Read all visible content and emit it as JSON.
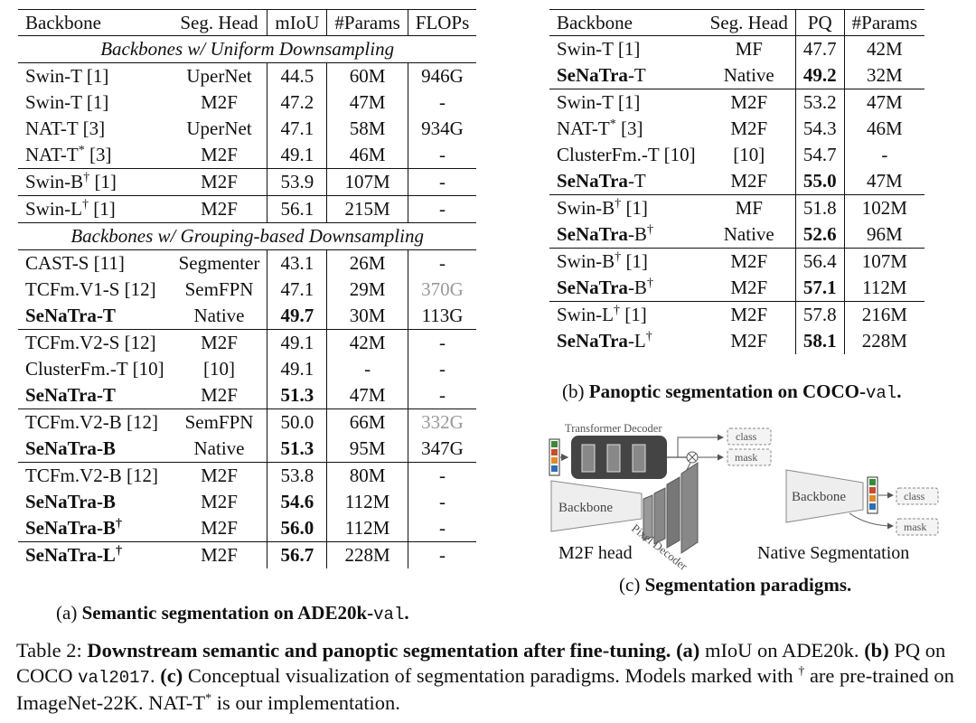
{
  "table_a": {
    "headers": [
      "Backbone",
      "Seg. Head",
      "mIoU",
      "#Params",
      "FLOPs"
    ],
    "section1": "Backbones w/ Uniform Downsampling",
    "section2": "Backbones w/ Grouping-based Downsampling",
    "groups_uniform": [
      [
        {
          "backbone": "Swin-T [1]",
          "head": "UperNet",
          "miou": "44.5",
          "params": "60M",
          "flops": "946G"
        },
        {
          "backbone": "Swin-T [1]",
          "head": "M2F",
          "miou": "47.2",
          "params": "47M",
          "flops": "-"
        },
        {
          "backbone": "NAT-T [3]",
          "head": "UperNet",
          "miou": "47.1",
          "params": "58M",
          "flops": "934G"
        },
        {
          "backbone": "NAT-T* [3]",
          "head": "M2F",
          "miou": "49.1",
          "params": "46M",
          "flops": "-"
        }
      ],
      [
        {
          "backbone": "Swin-B† [1]",
          "head": "M2F",
          "miou": "53.9",
          "params": "107M",
          "flops": "-"
        }
      ],
      [
        {
          "backbone": "Swin-L† [1]",
          "head": "M2F",
          "miou": "56.1",
          "params": "215M",
          "flops": "-"
        }
      ]
    ],
    "groups_grouping": [
      [
        {
          "backbone": "CAST-S [11]",
          "head": "Segmenter",
          "miou": "43.1",
          "params": "26M",
          "flops": "-"
        },
        {
          "backbone": "TCFm.V1-S [12]",
          "head": "SemFPN",
          "miou": "47.1",
          "params": "29M",
          "flops": "370G"
        },
        {
          "backbone": "SeNaTra-T",
          "head": "Native",
          "miou": "49.7",
          "params": "30M",
          "flops": "113G"
        }
      ],
      [
        {
          "backbone": "TCFm.V2-S [12]",
          "head": "M2F",
          "miou": "49.1",
          "params": "42M",
          "flops": "-"
        },
        {
          "backbone": "ClusterFm.-T [10]",
          "head": "[10]",
          "miou": "49.1",
          "params": "-",
          "flops": "-"
        },
        {
          "backbone": "SeNaTra-T",
          "head": "M2F",
          "miou": "51.3",
          "params": "47M",
          "flops": "-"
        }
      ],
      [
        {
          "backbone": "TCFm.V2-B [12]",
          "head": "SemFPN",
          "miou": "50.0",
          "params": "66M",
          "flops": "332G"
        },
        {
          "backbone": "SeNaTra-B",
          "head": "Native",
          "miou": "51.3",
          "params": "95M",
          "flops": "347G"
        }
      ],
      [
        {
          "backbone": "TCFm.V2-B [12]",
          "head": "M2F",
          "miou": "53.8",
          "params": "80M",
          "flops": "-"
        },
        {
          "backbone": "SeNaTra-B",
          "head": "M2F",
          "miou": "54.6",
          "params": "112M",
          "flops": "-"
        },
        {
          "backbone": "SeNaTra-B†",
          "head": "M2F",
          "miou": "56.0",
          "params": "112M",
          "flops": "-"
        }
      ],
      [
        {
          "backbone": "SeNaTra-L†",
          "head": "M2F",
          "miou": "56.7",
          "params": "228M",
          "flops": "-"
        }
      ]
    ],
    "caption_label": "(a)",
    "caption_bold": "Semantic segmentation on ADE20k-",
    "caption_mono": "val",
    "caption_end": "."
  },
  "table_b": {
    "headers": [
      "Backbone",
      "Seg. Head",
      "PQ",
      "#Params"
    ],
    "groups": [
      [
        {
          "backbone": "Swin-T [1]",
          "head": "MF",
          "pq": "47.7",
          "params": "42M"
        },
        {
          "backbone": "SeNaTra-T",
          "head": "Native",
          "pq": "49.2",
          "params": "32M"
        }
      ],
      [
        {
          "backbone": "Swin-T [1]",
          "head": "M2F",
          "pq": "53.2",
          "params": "47M"
        },
        {
          "backbone": "NAT-T* [3]",
          "head": "M2F",
          "pq": "54.3",
          "params": "46M"
        },
        {
          "backbone": "ClusterFm.-T [10]",
          "head": "[10]",
          "pq": "54.7",
          "params": "-"
        },
        {
          "backbone": "SeNaTra-T",
          "head": "M2F",
          "pq": "55.0",
          "params": "47M"
        }
      ],
      [
        {
          "backbone": "Swin-B† [1]",
          "head": "MF",
          "pq": "51.8",
          "params": "102M"
        },
        {
          "backbone": "SeNaTra-B†",
          "head": "Native",
          "pq": "52.6",
          "params": "96M"
        }
      ],
      [
        {
          "backbone": "Swin-B† [1]",
          "head": "M2F",
          "pq": "56.4",
          "params": "107M"
        },
        {
          "backbone": "SeNaTra-B†",
          "head": "M2F",
          "pq": "57.1",
          "params": "112M"
        }
      ],
      [
        {
          "backbone": "Swin-L† [1]",
          "head": "M2F",
          "pq": "57.8",
          "params": "216M"
        },
        {
          "backbone": "SeNaTra-L†",
          "head": "M2F",
          "pq": "58.1",
          "params": "228M"
        }
      ]
    ],
    "caption_label": "(b)",
    "caption_bold": "Panoptic segmentation on COCO-",
    "caption_mono": "val",
    "caption_end": "."
  },
  "figure_c": {
    "transformer_decoder": "Transformer Decoder",
    "backbone": "Backbone",
    "pixel_decoder": "Pixel Decoder",
    "class": "class",
    "mask": "mask",
    "m2f_head": "M2F head",
    "native_seg": "Native Segmentation",
    "caption_label": "(c)",
    "caption_bold": "Segmentation paradigms."
  },
  "main_caption": {
    "label": "Table 2:",
    "title": "Downstream semantic and panoptic segmentation after fine-tuning.",
    "a_label": "(a)",
    "a_text": "mIoU on ADE20k.",
    "b_label": "(b)",
    "b_text": "PQ on COCO",
    "b_mono": "val2017",
    "b_end": ".",
    "c_label": "(c)",
    "c_text": "Conceptual visualization of segmentation paradigms. Models marked with",
    "dagger": "†",
    "end_text": "are pre-trained on ImageNet-22K. NAT-T",
    "star": "*",
    "end_text2": "is our implementation."
  },
  "colors": {
    "gray_flops": "#999999",
    "diagram_fill": "#eeeeee",
    "decoder_dark": "#444444"
  }
}
